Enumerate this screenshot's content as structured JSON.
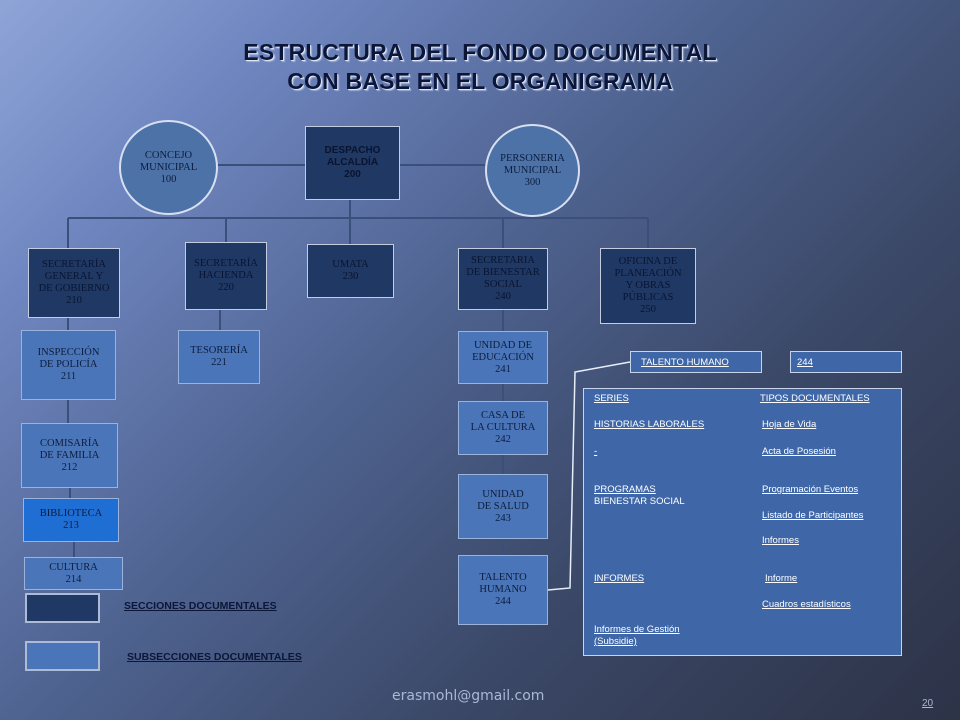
{
  "title": {
    "line1": "ESTRUCTURA DEL FONDO DOCUMENTAL",
    "line2": "CON BASE EN EL ORGANIGRAMA"
  },
  "top": {
    "concejo": {
      "line1": "CONCEJO",
      "line2": "MUNICIPAL",
      "code": "100"
    },
    "despacho": {
      "line1": "DESPACHO",
      "line2": "ALCALDÍA",
      "code": "200"
    },
    "personeria": {
      "line1": "PERSONERIA",
      "line2": "MUNICIPAL",
      "code": "300"
    }
  },
  "secretarias": {
    "gobierno": {
      "line1": "SECRETARÍA",
      "line2": "GENERAL Y",
      "line3": "DE GOBIERNO",
      "code": "210"
    },
    "hacienda": {
      "line1": "SECRETARÍA",
      "line2": "HACIENDA",
      "code": "220"
    },
    "umata": {
      "line1": "UMATA",
      "code": "230"
    },
    "bienestar": {
      "line1": "SECRETARIA",
      "line2": "DE BIENESTAR",
      "line3": "SOCIAL",
      "code": "240"
    },
    "planeacion": {
      "line1": "OFICINA DE",
      "line2": "PLANEACIÓN",
      "line3": "Y OBRAS",
      "line4": "PÚBLICAS",
      "code": "250"
    }
  },
  "sub_gobierno": [
    {
      "line1": "INSPECCIÓN",
      "line2": "DE POLICÍA",
      "code": "211"
    },
    {
      "line1": "COMISARÍA",
      "line2": "DE FAMILIA",
      "code": "212"
    },
    {
      "line1": "BIBLIOTECA",
      "code": "213"
    },
    {
      "line1": "CULTURA",
      "code": "214"
    }
  ],
  "sub_hacienda": [
    {
      "line1": "TESORERÍA",
      "code": "221"
    }
  ],
  "sub_bienestar": [
    {
      "line1": "UNIDAD DE",
      "line2": "EDUCACIÓN",
      "code": "241"
    },
    {
      "line1": "CASA DE",
      "line2": "LA CULTURA",
      "code": "242"
    },
    {
      "line1": "UNIDAD",
      "line2": "DE SALUD",
      "code": "243"
    },
    {
      "line1": "TALENTO",
      "line2": "HUMANO",
      "code": "244"
    }
  ],
  "detail": {
    "header_name": "TALENTO HUMANO",
    "header_code": "244",
    "col_series": "SERIES",
    "col_tipos": "TIPOS DOCUMENTALES",
    "historias": "HISTORIAS LABORALES",
    "hoja_vida": "Hoja de  Vida",
    "dash": "-",
    "acta": "Acta de Posesión",
    "programas1": "PROGRAMAS",
    "programas2": "BIENESTAR SOCIAL",
    "prog_eventos": "Programación Eventos",
    "listado": "Listado de Participantes",
    "informes_t": "Informes",
    "informes_s": "INFORMES",
    "informe": "Informe",
    "cuadros": "Cuadros estadísticos",
    "gestion1": "Informes de Gestión",
    "gestion2": "(Subsidie)"
  },
  "legend": {
    "secciones": "SECCIONES DOCUMENTALES",
    "subsecciones": "SUBSECCIONES DOCUMENTALES",
    "dark_color": "#1f3864",
    "light_color": "#4a75b8"
  },
  "footer": {
    "email": "erasmohl@gmail.com",
    "page": "20"
  }
}
